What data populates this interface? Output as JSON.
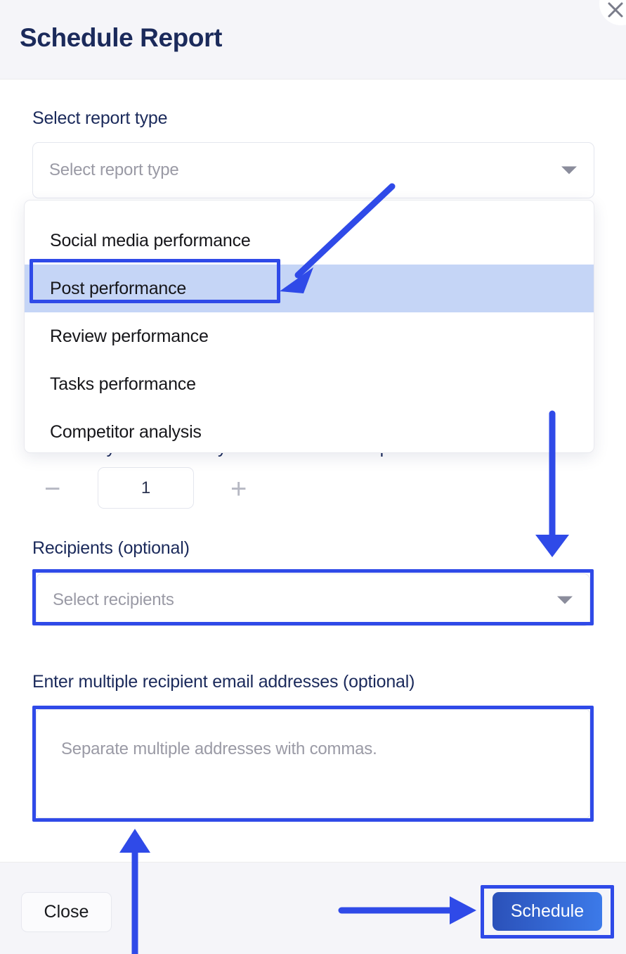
{
  "modal": {
    "title": "Schedule Report",
    "close_icon": "close-x-icon"
  },
  "form": {
    "report_type": {
      "label": "Select report type",
      "placeholder": "Select report type",
      "value": "",
      "caret_icon": "chevron-down-icon",
      "options": [
        "Social media performance",
        "Post performance",
        "Review performance",
        "Tasks performance",
        "Competitor analysis"
      ],
      "highlighted_option": "Post performance"
    },
    "run_count": {
      "label": "How many times would you like to run this report",
      "decrement_label": "−",
      "increment_label": "+",
      "value": "1"
    },
    "recipients": {
      "label": "Recipients (optional)",
      "placeholder": "Select recipients",
      "value": "",
      "caret_icon": "chevron-down-icon"
    },
    "emails": {
      "label": "Enter multiple recipient email addresses (optional)",
      "placeholder": "Separate multiple addresses with commas.",
      "value": ""
    }
  },
  "footer": {
    "close_label": "Close",
    "schedule_label": "Schedule"
  },
  "colors": {
    "annotation_blue": "#2f4ae8",
    "title_navy": "#1b2a5b",
    "header_bg": "#f5f5f9",
    "highlight_row": "#c5d5f6",
    "primary_gradient_from": "#2b51b9",
    "primary_gradient_to": "#3c7ae9"
  },
  "annotations": [
    {
      "name": "arrow-to-post-performance",
      "type": "arrow"
    },
    {
      "name": "arrow-to-recipients-select",
      "type": "arrow"
    },
    {
      "name": "arrow-to-email-textarea",
      "type": "arrow"
    },
    {
      "name": "arrow-to-schedule-button",
      "type": "arrow"
    },
    {
      "name": "box-post-performance",
      "type": "box"
    },
    {
      "name": "box-recipients-select",
      "type": "box"
    },
    {
      "name": "box-email-textarea",
      "type": "box"
    },
    {
      "name": "box-schedule-button",
      "type": "box"
    }
  ]
}
